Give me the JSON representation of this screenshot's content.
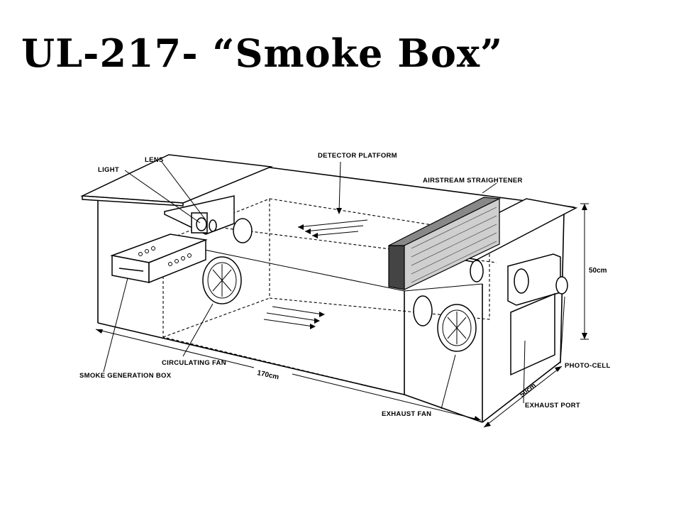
{
  "title": "UL-217- “Smoke Box”",
  "labels": {
    "lens": "LENS",
    "light": "LIGHT",
    "detector_platform": "DETECTOR PLATFORM",
    "airstream_straightener": "AIRSTREAM STRAIGHTENER",
    "circulating_fan": "CIRCULATING FAN",
    "smoke_generation_box": "SMOKE GENERATION BOX",
    "exhaust_fan": "EXHAUST FAN",
    "photo_cell": "PHOTO-CELL",
    "exhaust_port": "EXHAUST PORT"
  },
  "dimensions": {
    "height": "50cm",
    "length": "170cm",
    "depth": "50cm"
  }
}
